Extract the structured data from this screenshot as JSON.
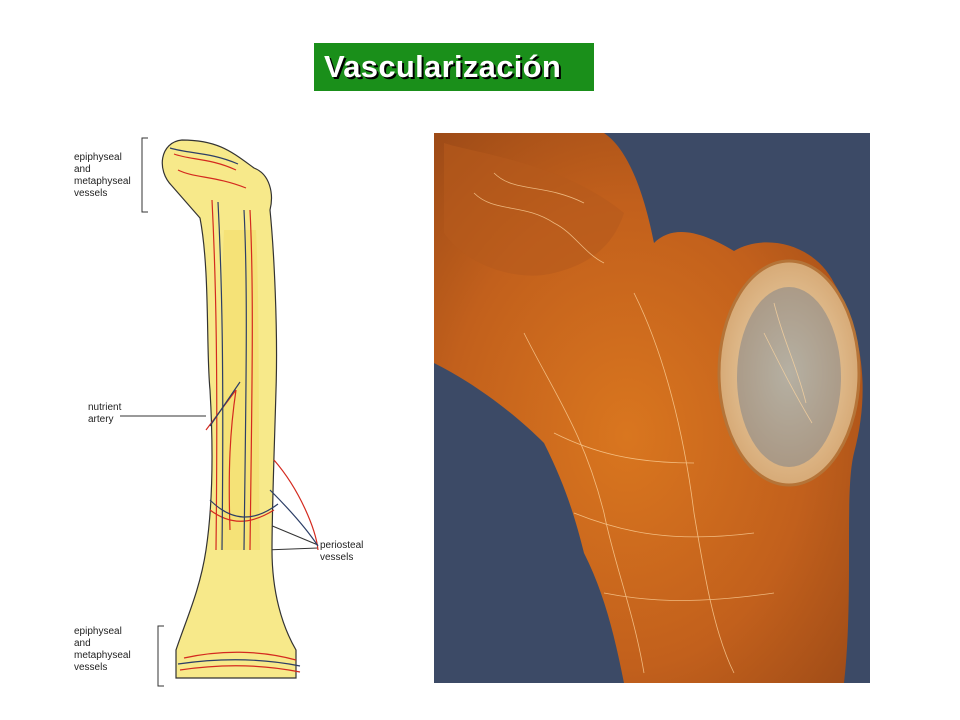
{
  "title": "Vascularización",
  "diagram": {
    "labels": {
      "epiphyseal_top": [
        "epiphyseal",
        "and",
        "metaphyseal",
        "vessels"
      ],
      "nutrient": [
        "nutrient",
        "artery"
      ],
      "periosteal": [
        "periosteal",
        "vessels"
      ],
      "epiphyseal_bottom": [
        "epiphyseal",
        "and",
        "metaphyseal",
        "vessels"
      ]
    }
  },
  "colors": {
    "title_bg": "#1a8f1a",
    "bone": "#f7e98a",
    "artery": "#d42a1f",
    "vein": "#2c3e66",
    "photo_bg": "#3c4a66",
    "specimen": "#c9641f"
  }
}
